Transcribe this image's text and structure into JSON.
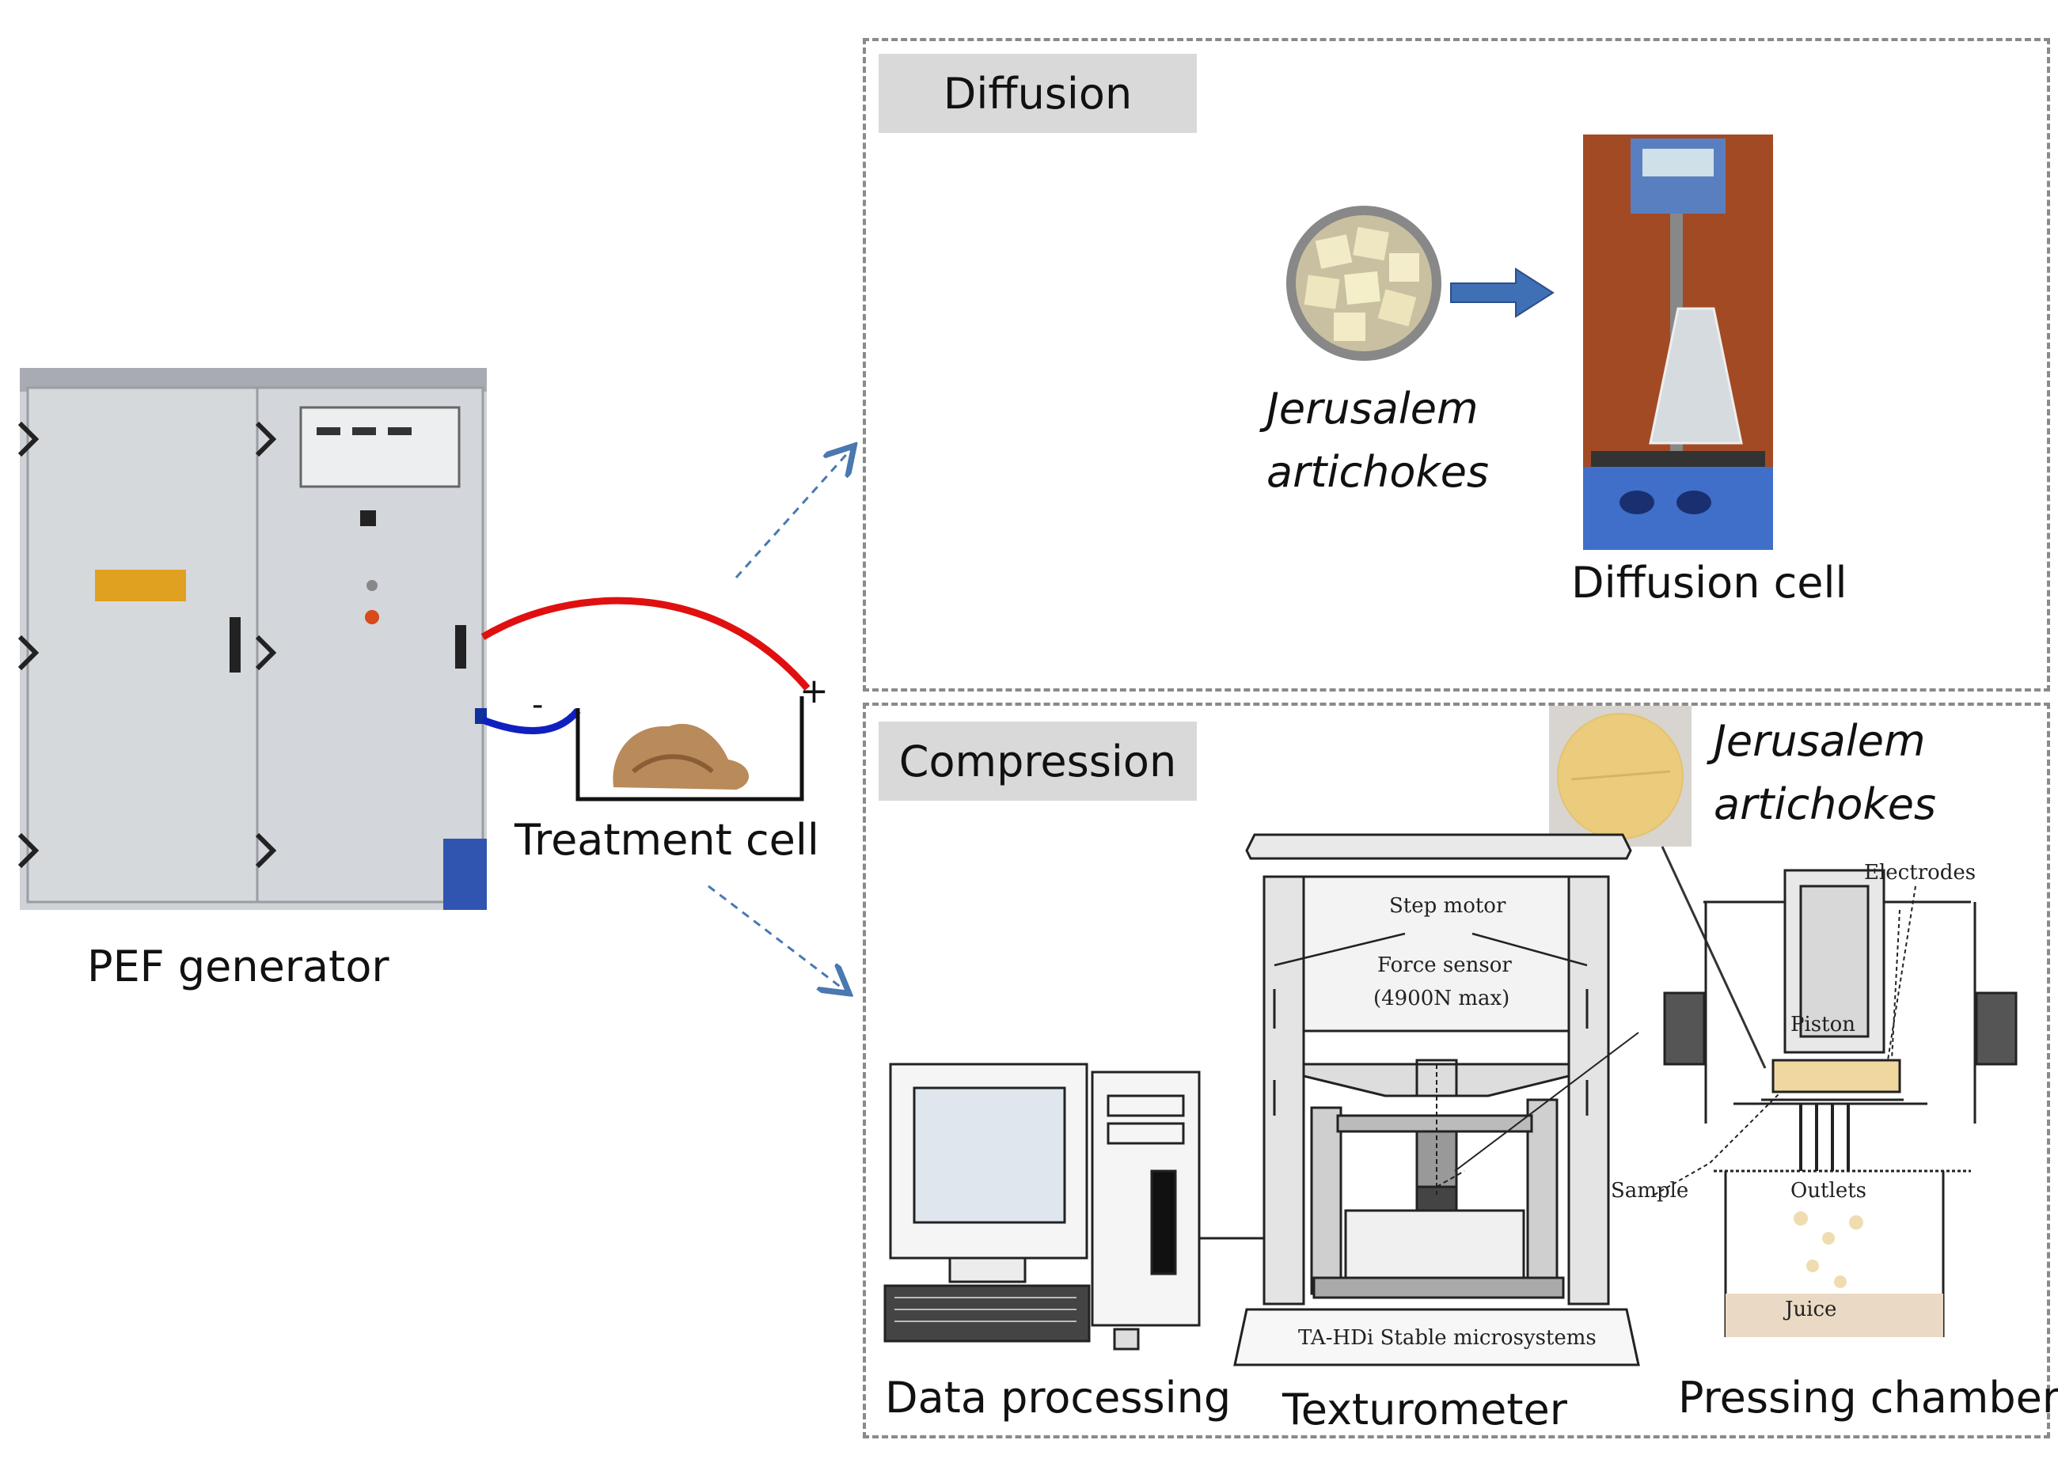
{
  "generator": {
    "label": "PEF generator"
  },
  "treatment": {
    "label": "Treatment cell",
    "minus": "-",
    "plus": "+"
  },
  "diffusion": {
    "title": "Diffusion",
    "sample_line1": "Jerusalem",
    "sample_line2": "artichokes",
    "cell_label": "Diffusion cell"
  },
  "compression": {
    "title": "Compression",
    "sample_line1": "Jerusalem",
    "sample_line2": "artichokes",
    "data_label": "Data processing",
    "texturometer_label": "Texturometer",
    "chamber_label": "Pressing chamber",
    "step_motor": "Step motor",
    "force_sensor": "Force sensor",
    "force_max": "(4900N max)",
    "base_label": "TA-HDi Stable microsystems",
    "electrodes": "Electrodes",
    "piston": "Piston",
    "sample": "Sample",
    "outlets": "Outlets",
    "juice": "Juice"
  },
  "colors": {
    "positive_wire": "#e01010",
    "negative_wire": "#1020c0",
    "arrow": "#4a78b0",
    "tag_bg": "#d9d9d9",
    "dash": "#8a8a8a"
  }
}
